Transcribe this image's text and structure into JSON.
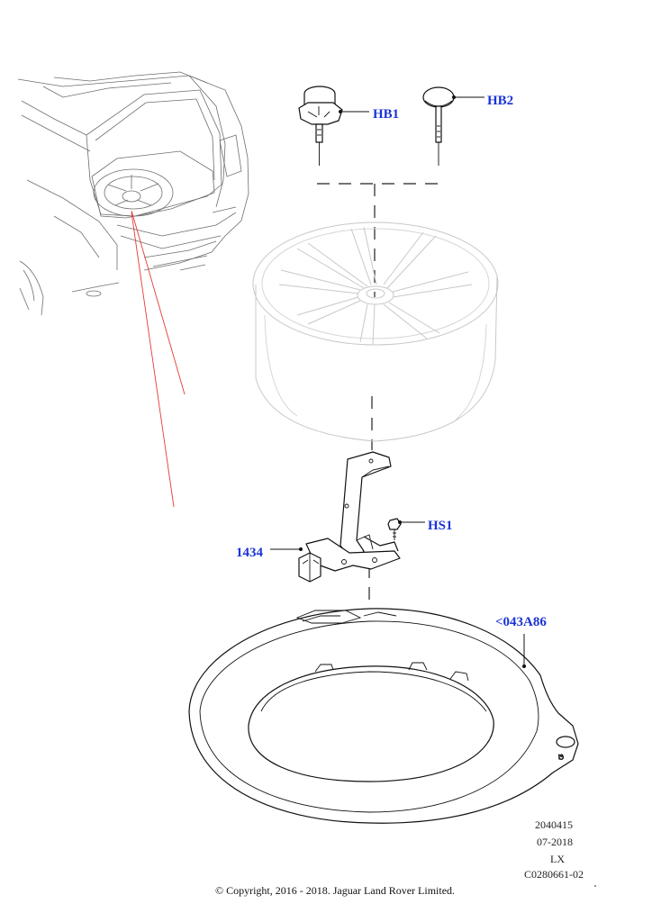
{
  "callouts": {
    "hb1": "HB1",
    "hb2": "HB2",
    "hs1": "HS1",
    "bracket": "1434",
    "tray": "<043A86"
  },
  "meta": {
    "code1": "2040415",
    "date": "07-2018",
    "model": "LX",
    "ref": "C0280661-02"
  },
  "copyright": "© Copyright, 2016 - 2018. Jaguar Land Rover Limited.",
  "colors": {
    "callout": "#1a33d6",
    "red_guide": "#e53935"
  }
}
